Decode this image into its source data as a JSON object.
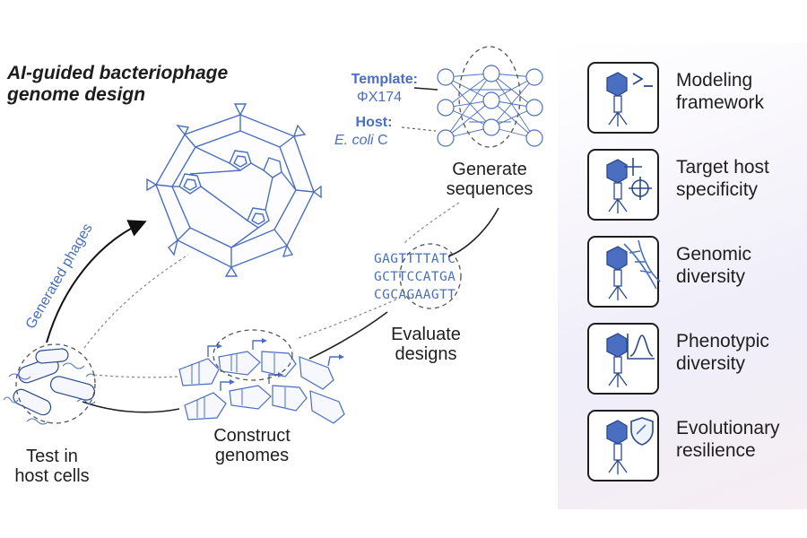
{
  "title": {
    "line1": "AI-guided bacteriophage",
    "line2": "genome design"
  },
  "template": {
    "label": "Template:",
    "value": "ΦX174"
  },
  "host": {
    "label": "Host:",
    "value_italic": "E. coli",
    "value_suffix": " C"
  },
  "steps": {
    "generate": {
      "line1": "Generate",
      "line2": "sequences"
    },
    "evaluate": {
      "line1": "Evaluate",
      "line2": "designs"
    },
    "construct": {
      "line1": "Construct",
      "line2": "genomes"
    },
    "test": {
      "line1": "Test in",
      "line2": "host cells"
    }
  },
  "arrow_label": "Generated phages",
  "sequences": [
    "GAGTTTTATC",
    "GCTTCCATGA",
    "CGCAGAAGTT"
  ],
  "features": [
    {
      "line1": "Modeling",
      "line2": "framework",
      "icon": "terminal-icon"
    },
    {
      "line1": "Target host",
      "line2": "specificity",
      "icon": "target-icon"
    },
    {
      "line1": "Genomic",
      "line2": "diversity",
      "icon": "dna-icon"
    },
    {
      "line1": "Phenotypic",
      "line2": "diversity",
      "icon": "curve-chart-icon"
    },
    {
      "line1": "Evolutionary",
      "line2": "resilience",
      "icon": "shield-icon"
    }
  ],
  "colors": {
    "accent": "#4a6fc0",
    "ink": "#1f1f1f",
    "line": "#2a2a2a"
  }
}
